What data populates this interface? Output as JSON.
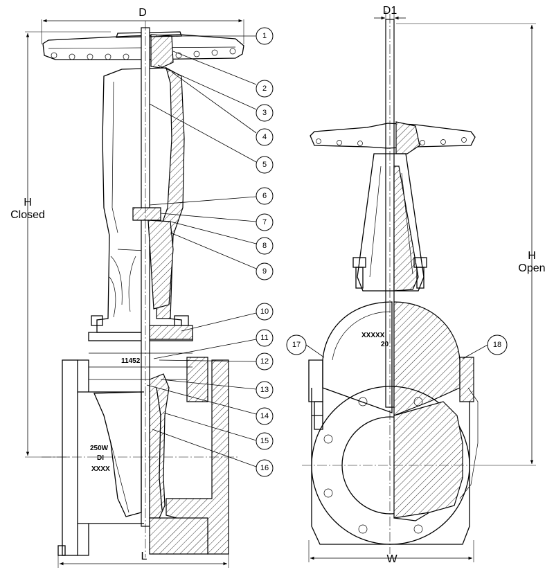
{
  "dimensions": {
    "D": "D",
    "D1": "D1",
    "L": "L",
    "W": "W",
    "H_closed_line1": "H",
    "H_closed_line2": "Closed",
    "H_open_line1": "H",
    "H_open_line2": "Open"
  },
  "callouts": [
    "1",
    "2",
    "3",
    "4",
    "5",
    "6",
    "7",
    "8",
    "9",
    "10",
    "11",
    "12",
    "13",
    "14",
    "15",
    "16",
    "17",
    "18"
  ],
  "castings": {
    "rating": "250W",
    "material": "DI",
    "size": "XXXX",
    "heat_number": "11452",
    "side_mark": "XXXXX",
    "side_year": "20"
  }
}
